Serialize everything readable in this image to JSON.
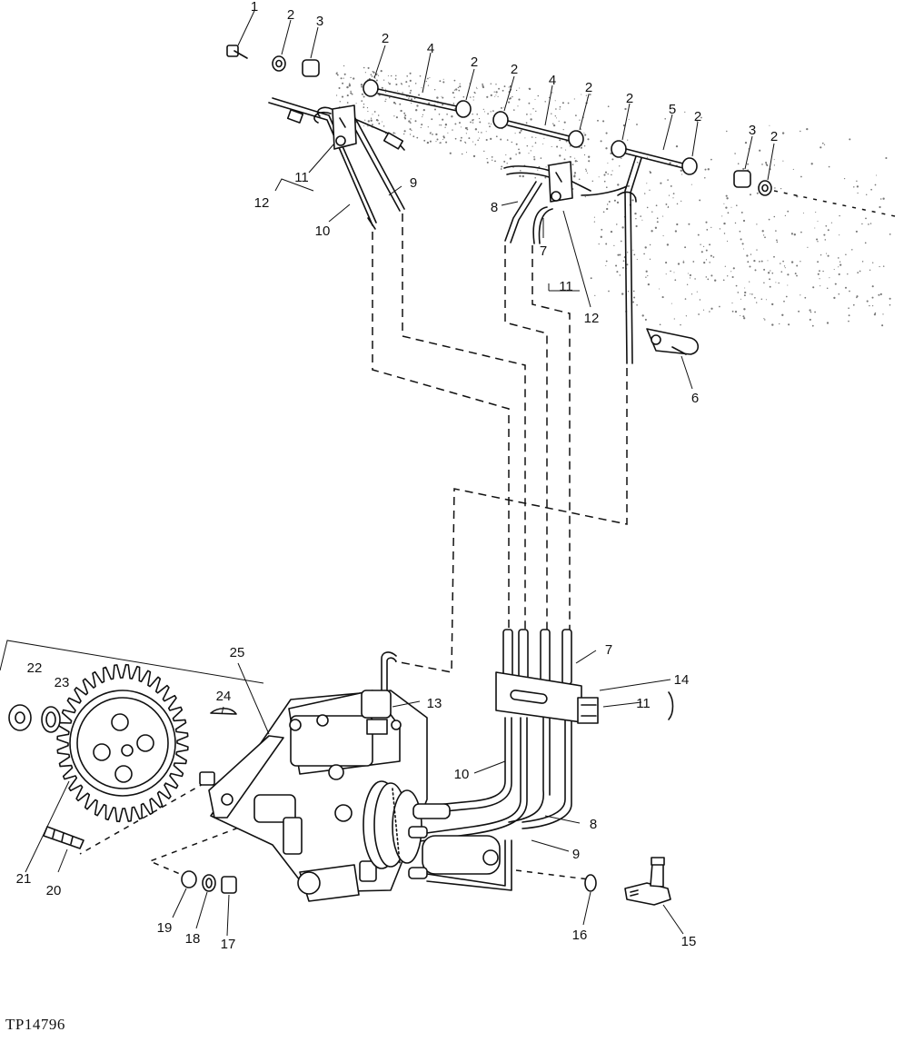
{
  "figure": {
    "code": "TP14796",
    "callouts": [
      "1",
      "2",
      "2",
      "3",
      "2",
      "4",
      "2",
      "2",
      "4",
      "2",
      "2",
      "5",
      "2",
      "3",
      "2",
      "11",
      "12",
      "9",
      "10",
      "8",
      "7",
      "11",
      "12",
      "6",
      "7",
      "14",
      "11",
      "13",
      "10",
      "8",
      "9",
      "16",
      "15",
      "22",
      "23",
      "24",
      "25",
      "21",
      "20",
      "19",
      "18",
      "17"
    ]
  }
}
